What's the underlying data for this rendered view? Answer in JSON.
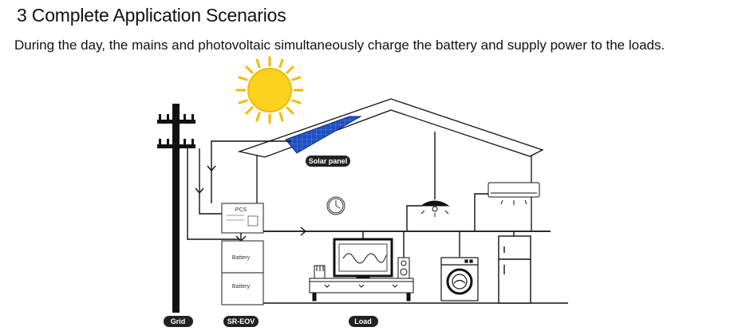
{
  "header": {
    "title": "3 Complete Application Scenarios",
    "subtitle": "During the day, the mains and photovoltaic simultaneously charge the battery and supply power to the loads."
  },
  "diagram": {
    "labels": {
      "solar_panel": "Solar panel",
      "pcs": "PCS",
      "battery_1": "Battery",
      "battery_2": "Battery",
      "grid": "Grid",
      "system": "SR-EOV",
      "load": "Load"
    },
    "colors": {
      "sun": "#f5b800",
      "sun_center": "#fcd21c",
      "panel": "#1f4fc2",
      "pill": "#222222",
      "line": "#111111"
    },
    "icons": [
      "sun-icon",
      "solar-panel-icon",
      "utility-pole-icon",
      "clock-icon",
      "ceiling-lamp-icon",
      "air-conditioner-icon",
      "tv-icon",
      "speaker-icon",
      "washing-machine-icon",
      "refrigerator-icon"
    ]
  }
}
